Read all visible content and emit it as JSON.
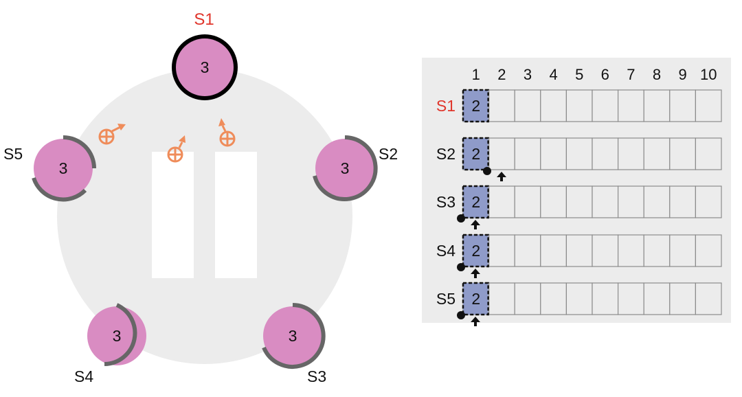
{
  "servers": [
    {
      "id": "S1",
      "label": "S1",
      "term": "3",
      "is_leader": true
    },
    {
      "id": "S2",
      "label": "S2",
      "term": "3",
      "is_leader": false
    },
    {
      "id": "S3",
      "label": "S3",
      "term": "3",
      "is_leader": false
    },
    {
      "id": "S4",
      "label": "S4",
      "term": "3",
      "is_leader": false
    },
    {
      "id": "S5",
      "label": "S5",
      "term": "3",
      "is_leader": false
    }
  ],
  "log_panel": {
    "index_headers": [
      "1",
      "2",
      "3",
      "4",
      "5",
      "6",
      "7",
      "8",
      "9",
      "10"
    ],
    "rows": [
      {
        "label": "S1",
        "is_leader": true,
        "entries": [
          "2"
        ],
        "commit_marker": false,
        "next_marker": false
      },
      {
        "label": "S2",
        "is_leader": false,
        "entries": [
          "2"
        ],
        "commit_marker": true,
        "next_marker": true
      },
      {
        "label": "S3",
        "is_leader": false,
        "entries": [
          "2"
        ],
        "commit_marker": true,
        "next_marker": true
      },
      {
        "label": "S4",
        "is_leader": false,
        "entries": [
          "2"
        ],
        "commit_marker": true,
        "next_marker": true
      },
      {
        "label": "S5",
        "is_leader": false,
        "entries": [
          "2"
        ],
        "commit_marker": true,
        "next_marker": true
      }
    ]
  },
  "colors": {
    "server_fill": "#d98cc2",
    "leader_stroke": "#000000",
    "follower_ring": "#666666",
    "leader_label": "#e0352b",
    "label": "#111111",
    "ring_bg": "#ececec",
    "message": "#ef8c5a",
    "panel_bg": "#ececec",
    "entry_fill": "#8f9bc9",
    "cell_border": "#8c8c8c"
  },
  "icons": {
    "message": "heartbeat-message-icon",
    "commit_marker": "commit-index-dot-icon",
    "next_marker": "next-index-arrow-icon"
  }
}
